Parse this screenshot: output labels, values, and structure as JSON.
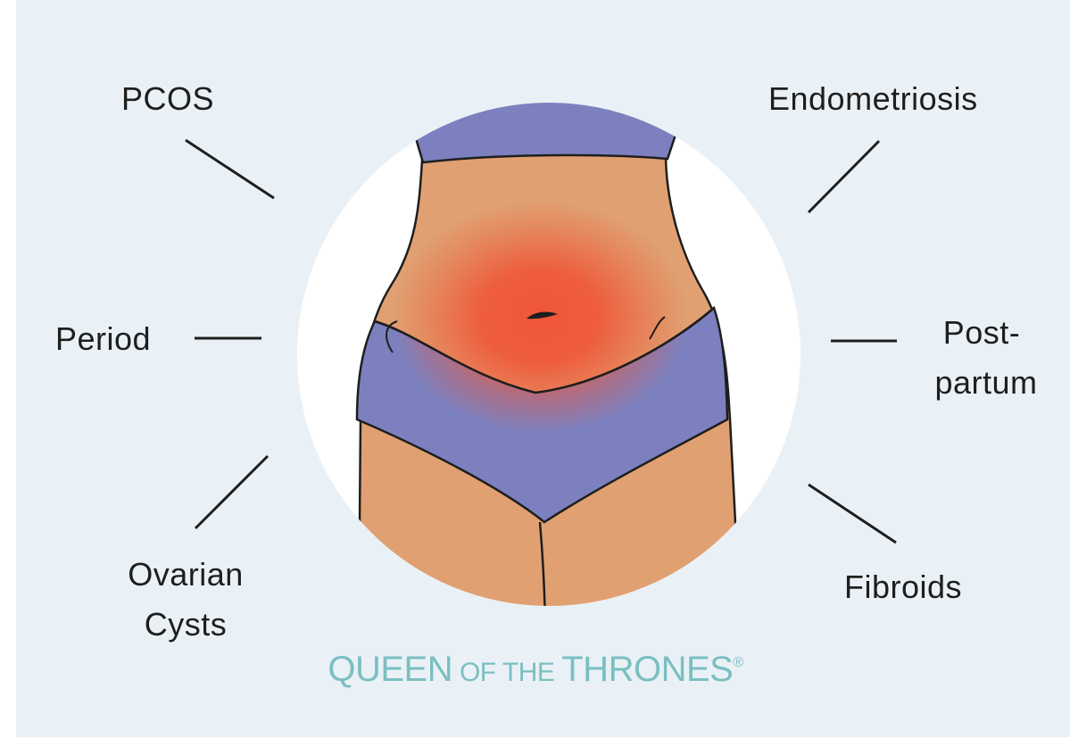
{
  "labels": {
    "pcos": "PCOS",
    "endometriosis": "Endometriosis",
    "period": "Period",
    "postpartum_line1": "Post-",
    "postpartum_line2": "partum",
    "ovarian_line1": "Ovarian",
    "ovarian_line2": "Cysts",
    "fibroids": "Fibroids"
  },
  "brand": {
    "part1": "QUEEN",
    "part2": " OF THE ",
    "part3": "THRONES",
    "mark": "®"
  },
  "colors": {
    "background": "#eaf1f6",
    "circle": "#ffffff",
    "skin": "#e0a071",
    "underwear": "#7d80be",
    "pain": "#ef5637",
    "brand": "#7bbfc2"
  }
}
